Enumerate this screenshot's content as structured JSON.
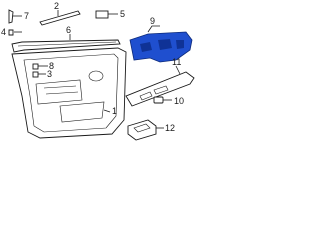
{
  "callouts": [
    "7",
    "2",
    "5",
    "4",
    "6",
    "1",
    "8",
    "3",
    "9",
    "11",
    "10",
    "12"
  ],
  "colors": {
    "highlight": "#1f4fcf",
    "line": "#1a1a1a",
    "background": "#ffffff"
  }
}
